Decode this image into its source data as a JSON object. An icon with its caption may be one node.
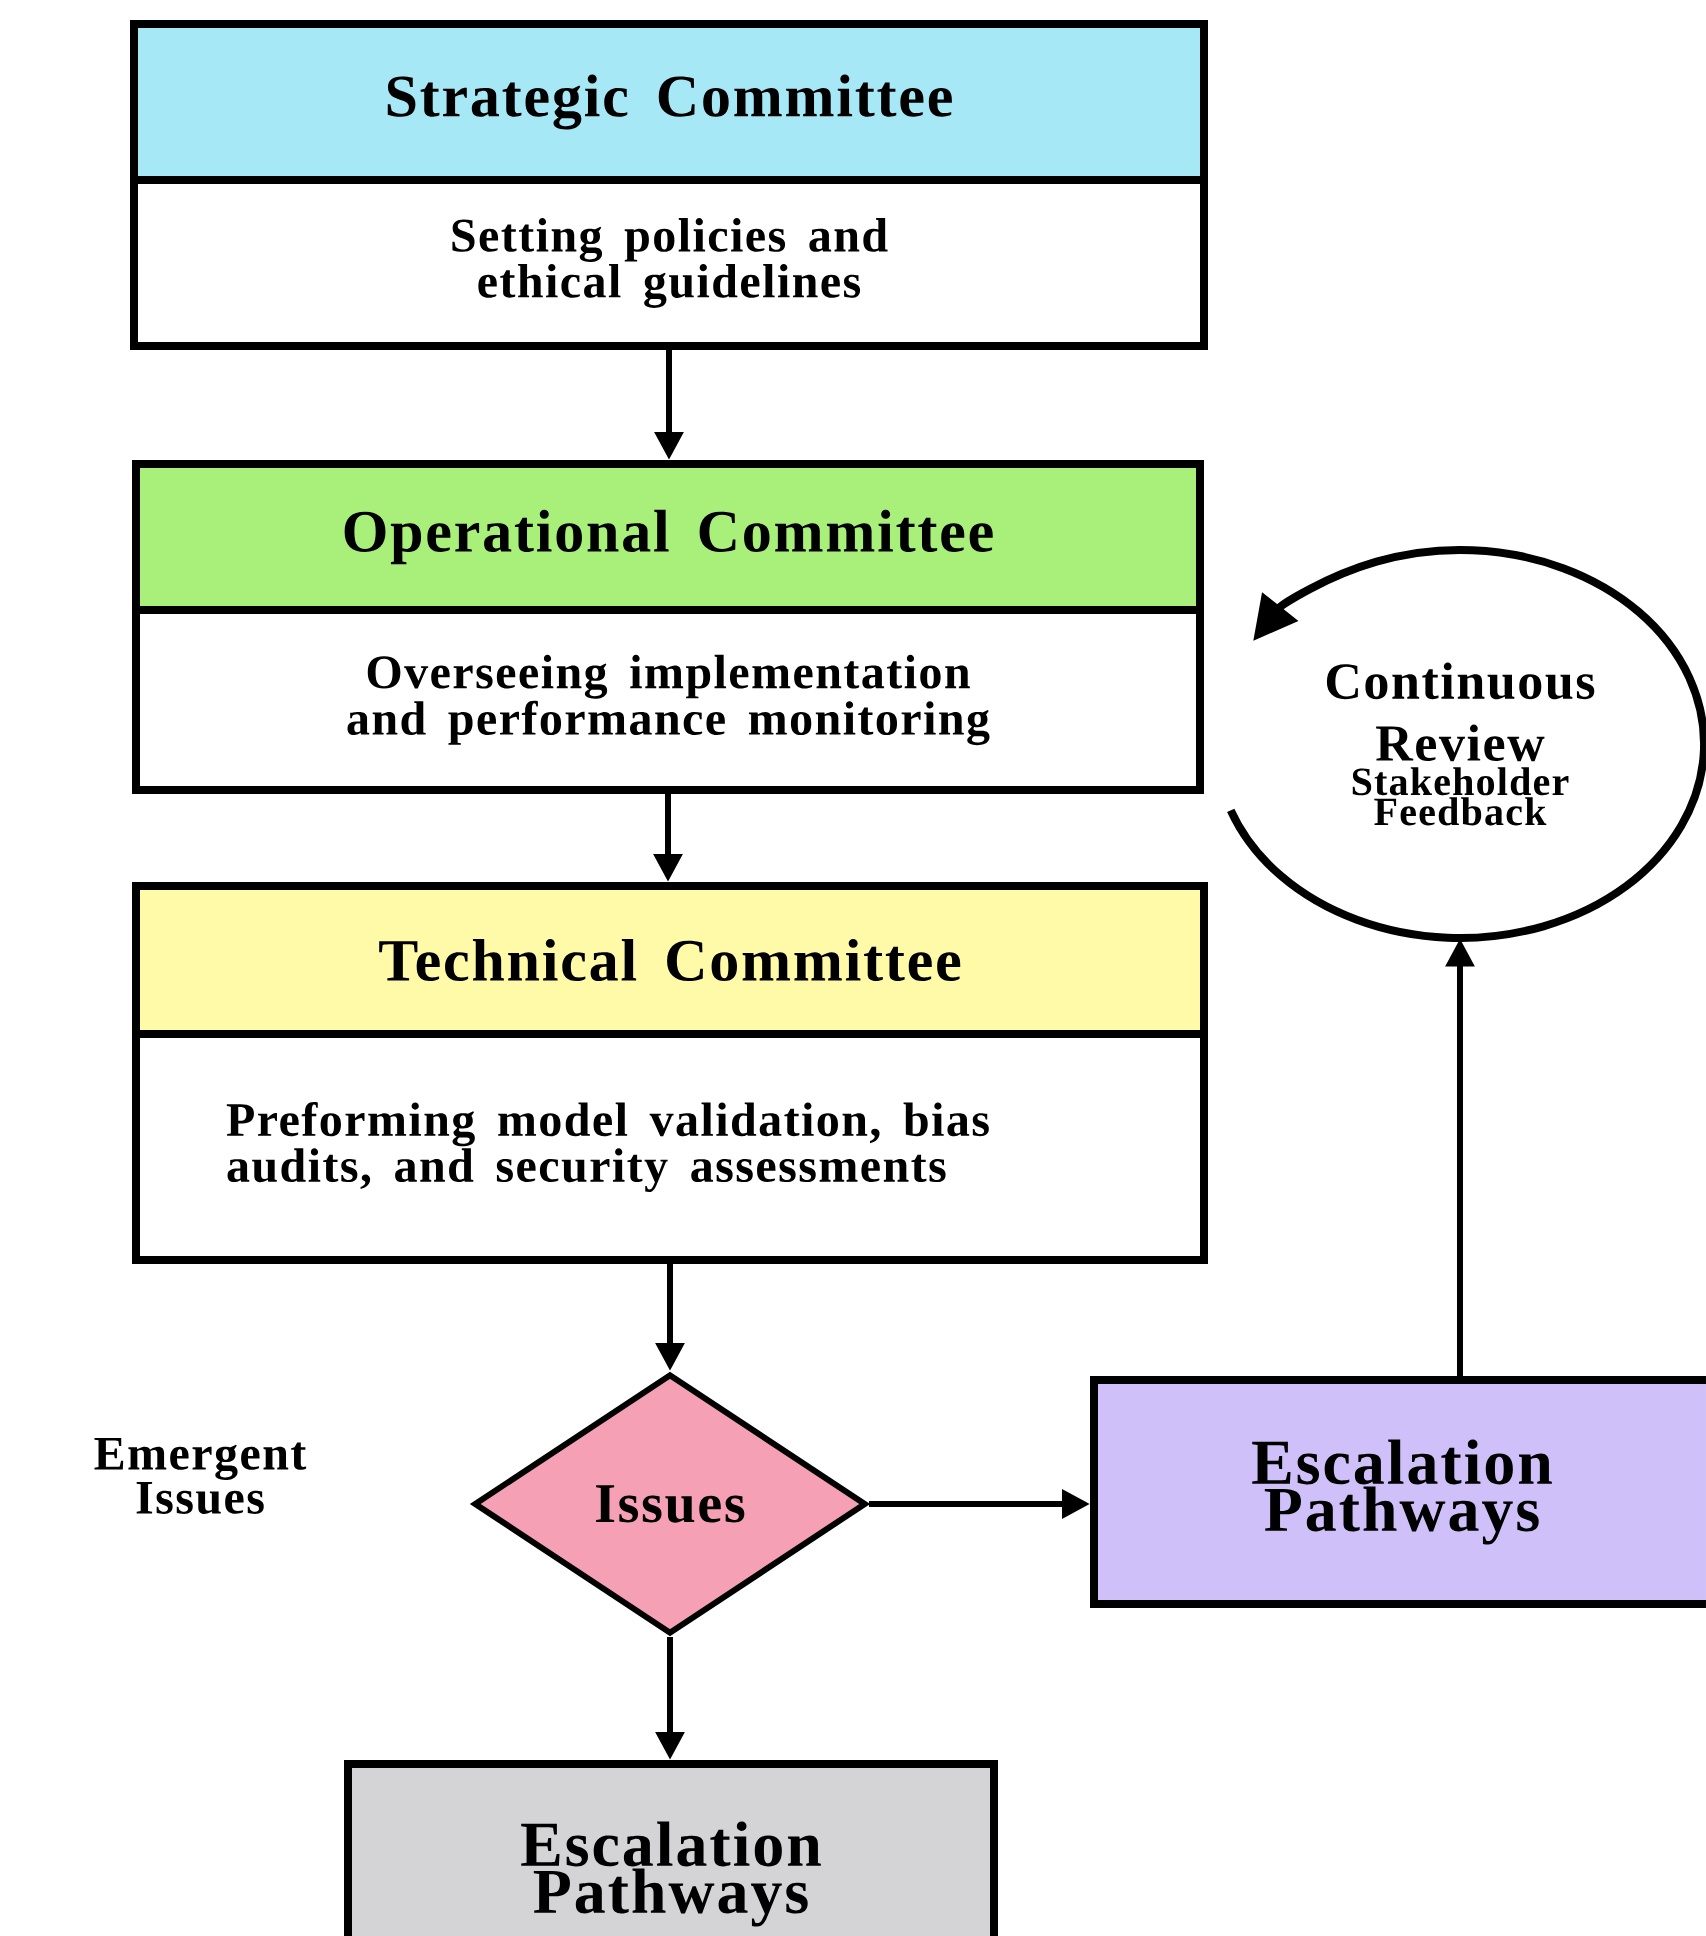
{
  "diagram": {
    "nodes": [
      {
        "text": [
          "Strategic Committee",
          "Setting policies and ethical guidelines"
        ]
      },
      {
        "text": [
          "Operational Committee",
          "Overseeing implementation and performance monitoring"
        ]
      },
      {
        "text": [
          "Technical Committee",
          "Preforming model validation, bias audits, and security assessments"
        ]
      },
      {
        "text": [
          "Issues"
        ]
      },
      {
        "text": [
          "Escalation Pathways"
        ]
      },
      {
        "text": [
          "Continuous Review",
          "Stakeholder Feedback"
        ]
      },
      {
        "text": [
          "Escalation Pathways"
        ]
      }
    ],
    "edges": [
      {
        "from": 0,
        "to": 1,
        "arrow": "to"
      },
      {
        "from": 1,
        "to": 2,
        "arrow": "to"
      },
      {
        "from": 2,
        "to": 3,
        "arrow": "to"
      },
      {
        "from": 3,
        "to": 4,
        "arrow": "to"
      },
      {
        "from": 3,
        "to": 6,
        "arrow": "to"
      },
      {
        "from": 4,
        "to": 5,
        "arrow": "to"
      }
    ],
    "labels": [
      "Emergent Issues"
    ]
  }
}
